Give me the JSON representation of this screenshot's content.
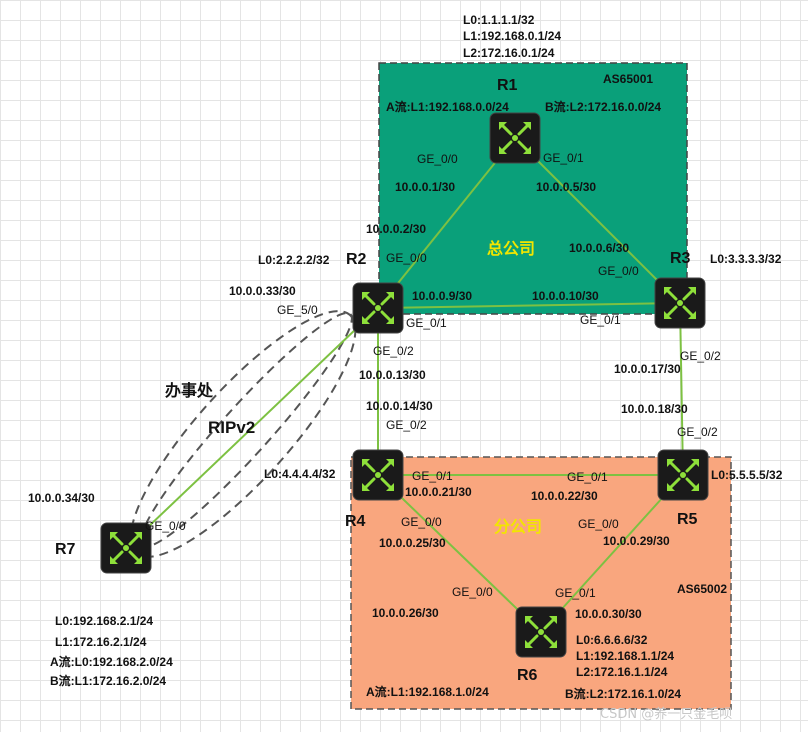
{
  "zones": {
    "hq": {
      "name": "总公司",
      "as": "AS65001",
      "fill": "#0aa07a"
    },
    "branch": {
      "name": "分公司",
      "as": "AS65002",
      "fill": "#f9a67e"
    },
    "office": {
      "name": "办事处",
      "protocol": "RIPv2"
    }
  },
  "routers": {
    "r1": {
      "name": "R1",
      "loopbacks": [
        "L0:1.1.1.1/32",
        "L1:192.168.0.1/24",
        "L2:172.16.0.1/24"
      ],
      "flow_a": "A流:L1:192.168.0.0/24",
      "flow_b": "B流:L2:172.16.0.0/24"
    },
    "r2": {
      "name": "R2",
      "loopbacks": [
        "L0:2.2.2.2/32"
      ]
    },
    "r3": {
      "name": "R3",
      "loopbacks": [
        "L0:3.3.3.3/32"
      ]
    },
    "r4": {
      "name": "R4",
      "loopbacks": [
        "L0:4.4.4.4/32"
      ]
    },
    "r5": {
      "name": "R5",
      "loopbacks": [
        "L0:5.5.5.5/32"
      ]
    },
    "r6": {
      "name": "R6",
      "loopbacks": [
        "L0:6.6.6.6/32",
        "L1:192.168.1.1/24",
        "L2:172.16.1.1/24"
      ],
      "flow_a": "A流:L1:192.168.1.0/24",
      "flow_b": "B流:L2:172.16.1.0/24"
    },
    "r7": {
      "name": "R7",
      "loopbacks": [
        "L0:192.168.2.1/24",
        "L1:172.16.2.1/24"
      ],
      "flow_a": "A流:L0:192.168.2.0/24",
      "flow_b": "B流:L1:172.16.2.0/24"
    }
  },
  "links": {
    "r1_r2": {
      "a_if": "GE_0/0",
      "a_ip": "10.0.0.1/30",
      "b_if": "GE_0/0",
      "b_ip": "10.0.0.2/30"
    },
    "r1_r3": {
      "a_if": "GE_0/1",
      "a_ip": "10.0.0.5/30",
      "b_if": "GE_0/0",
      "b_ip": "10.0.0.6/30"
    },
    "r2_r3": {
      "a_if": "GE_0/1",
      "a_ip": "10.0.0.9/30",
      "b_if": "GE_0/1",
      "b_ip": "10.0.0.10/30"
    },
    "r2_r4": {
      "a_if": "GE_0/2",
      "a_ip": "10.0.0.13/30",
      "b_if": "GE_0/2",
      "b_ip": "10.0.0.14/30"
    },
    "r3_r5": {
      "a_if": "GE_0/2",
      "a_ip": "10.0.0.17/30",
      "b_if": "GE_0/2",
      "b_ip": "10.0.0.18/30"
    },
    "r4_r5": {
      "a_if": "GE_0/1",
      "a_ip": "10.0.0.21/30",
      "b_if": "GE_0/1",
      "b_ip": "10.0.0.22/30"
    },
    "r4_r6": {
      "a_if": "GE_0/0",
      "a_ip": "10.0.0.25/30",
      "b_if": "GE_0/0",
      "b_ip": "10.0.0.26/30"
    },
    "r5_r6": {
      "a_if": "GE_0/0",
      "a_ip": "10.0.0.29/30",
      "b_if": "GE_0/1",
      "b_ip": "10.0.0.30/30"
    },
    "r2_r7": {
      "a_if": "GE_5/0",
      "a_ip": "10.0.0.33/30",
      "b_if": "GE_0/0",
      "b_ip": "10.0.0.34/30"
    }
  },
  "watermark": "CSDN @养一只金毛呗",
  "colors": {
    "link": "#7dc142",
    "router_body": "#111111",
    "router_arrow": "#8ee03a",
    "zone_label": "#f2e600"
  }
}
